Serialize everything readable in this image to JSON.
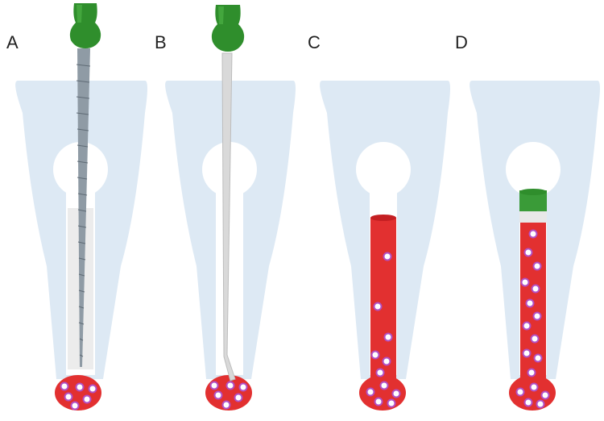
{
  "panels": [
    {
      "label": "A",
      "instrument": "file-icon"
    },
    {
      "label": "B",
      "instrument": "file-icon"
    },
    {
      "label": "C",
      "instrument": "none"
    },
    {
      "label": "D",
      "instrument": "none"
    }
  ],
  "colors": {
    "tooth": "#dde9f4",
    "blood": "#e23030",
    "blood_dark": "#c41f22",
    "cell_fill": "#ffffff",
    "cell_ring": "#b24fc4",
    "cell_nucleus": "#8a3ba7",
    "handle": "#2f8e2c",
    "handle_light": "#43a63d",
    "file_gray": "#8f9ba5",
    "gutta": "#e8e8e8",
    "plug_green": "#3a9b38"
  }
}
